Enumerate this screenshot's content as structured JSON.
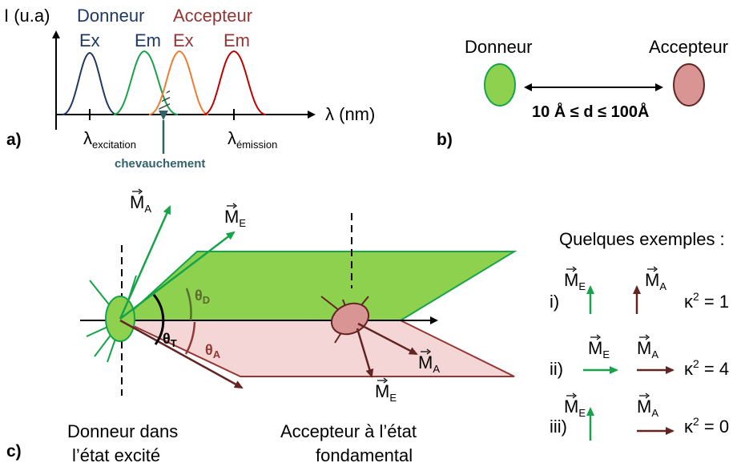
{
  "panel_a": {
    "label": "a)",
    "y_axis": "I (u.a)",
    "x_axis": "λ (nm)",
    "donor_title": "Donneur",
    "acceptor_title": "Accepteur",
    "donor_ex": "Ex",
    "donor_em": "Em",
    "acceptor_ex": "Ex",
    "acceptor_em": "Em",
    "lambda_exc_main": "λ",
    "lambda_exc_sub": "excitation",
    "lambda_em_main": "λ",
    "lambda_em_sub": "émission",
    "overlap_label": "chevauchement"
  },
  "panel_b": {
    "label": "b)",
    "donor": "Donneur",
    "acceptor": "Accepteur",
    "distance": "10 Å ≤ d ≤ 100Å"
  },
  "panel_c": {
    "label": "c)",
    "donor_caption_1": "Donneur dans",
    "donor_caption_2": "l’état excité",
    "acceptor_caption_1": "Accepteur à l’état",
    "acceptor_caption_2": "fondamental",
    "theta": "θ",
    "theta_d_sub": "D",
    "theta_t_sub": "T",
    "theta_a_sub": "A",
    "m": "M",
    "sub_a": "A",
    "sub_e": "E"
  },
  "examples": {
    "title": "Quelques exemples :",
    "rows": [
      {
        "roman": "i)",
        "kappa": "κ",
        "sup": "2",
        "value": " = 1"
      },
      {
        "roman": "ii)",
        "kappa": "κ",
        "sup": "2",
        "value": " = 4"
      },
      {
        "roman": "iii)",
        "kappa": "κ",
        "sup": "2",
        "value": " = 0"
      }
    ]
  },
  "colors": {
    "donor": "#1f3864",
    "acceptor": "#943634",
    "green": "#16a34a",
    "orange": "#ed7d31",
    "red": "#c00000",
    "teal": "#31626b",
    "plane_green": "#8ed14f",
    "plane_pink": "#f3d6d5",
    "acceptor_fill": "#d99594",
    "dark_red": "#632523"
  }
}
